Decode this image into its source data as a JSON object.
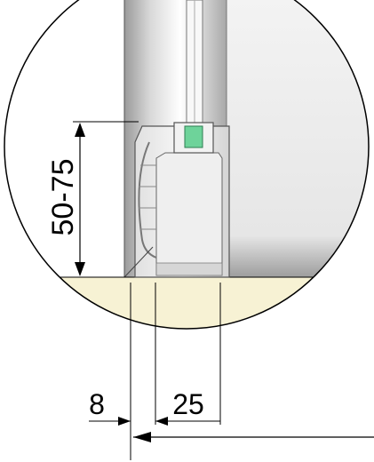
{
  "dimensions": {
    "height_range": "50-75",
    "offset": "8",
    "profile_width": "25"
  },
  "colors": {
    "floor": "#f7f2d4",
    "gasket": "#6ed39a",
    "profile_light": "#f4f4f4",
    "profile_mid": "#c9c9c9",
    "wall": "#eaeaea",
    "line": "#000000"
  }
}
